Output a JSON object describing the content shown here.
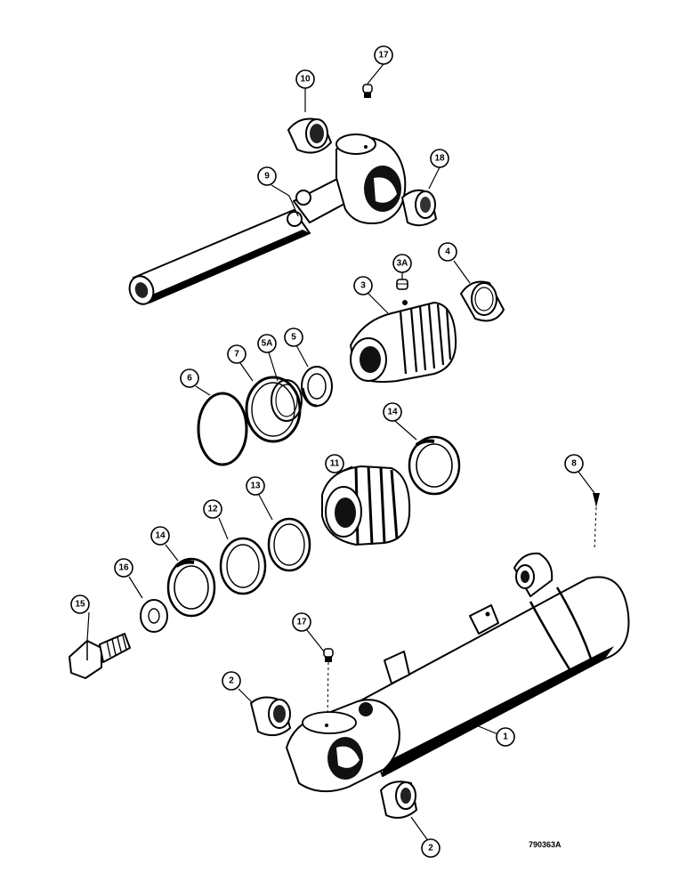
{
  "drawing_number": "790363A",
  "callouts": [
    {
      "id": "c17-top",
      "label": "17"
    },
    {
      "id": "c10",
      "label": "10"
    },
    {
      "id": "c9",
      "label": "9"
    },
    {
      "id": "c18",
      "label": "18"
    },
    {
      "id": "c3a",
      "label": "3A"
    },
    {
      "id": "c4",
      "label": "4"
    },
    {
      "id": "c3",
      "label": "3"
    },
    {
      "id": "c7",
      "label": "7"
    },
    {
      "id": "c5a",
      "label": "5A"
    },
    {
      "id": "c5",
      "label": "5"
    },
    {
      "id": "c6",
      "label": "6"
    },
    {
      "id": "c14-right",
      "label": "14"
    },
    {
      "id": "c11",
      "label": "11"
    },
    {
      "id": "c8",
      "label": "8"
    },
    {
      "id": "c12",
      "label": "12"
    },
    {
      "id": "c13",
      "label": "13"
    },
    {
      "id": "c14-left",
      "label": "14"
    },
    {
      "id": "c16",
      "label": "16"
    },
    {
      "id": "c15",
      "label": "15"
    },
    {
      "id": "c17-bottom",
      "label": "17"
    },
    {
      "id": "c2-left",
      "label": "2"
    },
    {
      "id": "c1",
      "label": "1"
    },
    {
      "id": "c2-bottom",
      "label": "2"
    }
  ]
}
